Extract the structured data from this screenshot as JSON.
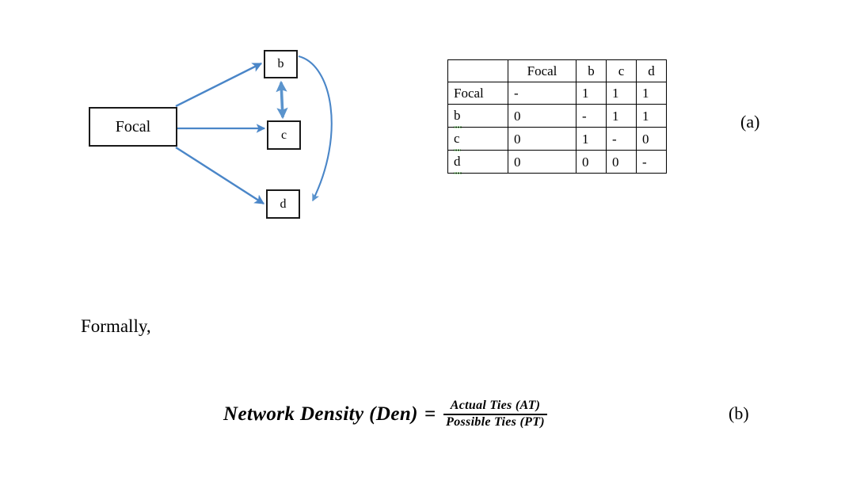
{
  "page": {
    "background_color": "#ffffff",
    "text_color": "#000000",
    "accent_blue": "#4a86c8"
  },
  "diagram": {
    "nodes": [
      {
        "id": "focal",
        "label": "Focal"
      },
      {
        "id": "b",
        "label": "b"
      },
      {
        "id": "c",
        "label": "c"
      },
      {
        "id": "d",
        "label": "d"
      }
    ],
    "edges": [
      {
        "from": "Focal",
        "to": "b",
        "style": "straight",
        "arrow": "single"
      },
      {
        "from": "Focal",
        "to": "c",
        "style": "straight",
        "arrow": "single"
      },
      {
        "from": "Focal",
        "to": "d",
        "style": "straight",
        "arrow": "single"
      },
      {
        "from": "b",
        "to": "c",
        "style": "straight",
        "arrow": "double"
      },
      {
        "from": "b",
        "to": "d",
        "style": "curved",
        "arrow": "single"
      }
    ]
  },
  "matrix": {
    "corner": "",
    "columns": [
      "Focal",
      "b",
      "c",
      "d"
    ],
    "rows": [
      {
        "label": "Focal",
        "misspelled": false,
        "values": [
          "-",
          "1",
          "1",
          "1"
        ]
      },
      {
        "label": "b",
        "misspelled": true,
        "values": [
          "0",
          "-",
          "1",
          "1"
        ]
      },
      {
        "label": "c",
        "misspelled": true,
        "values": [
          "0",
          "1",
          "-",
          "0"
        ]
      },
      {
        "label": "d",
        "misspelled": true,
        "values": [
          "0",
          "0",
          "0",
          "-"
        ]
      }
    ]
  },
  "labels": {
    "figure_a": "(a)",
    "figure_b": "(b)"
  },
  "body": {
    "formally": "Formally,"
  },
  "formula": {
    "lhs": "Network Density (Den)",
    "equals": "=",
    "numerator": "Actual Ties (AT)",
    "denominator": "Possible Ties (PT)"
  }
}
